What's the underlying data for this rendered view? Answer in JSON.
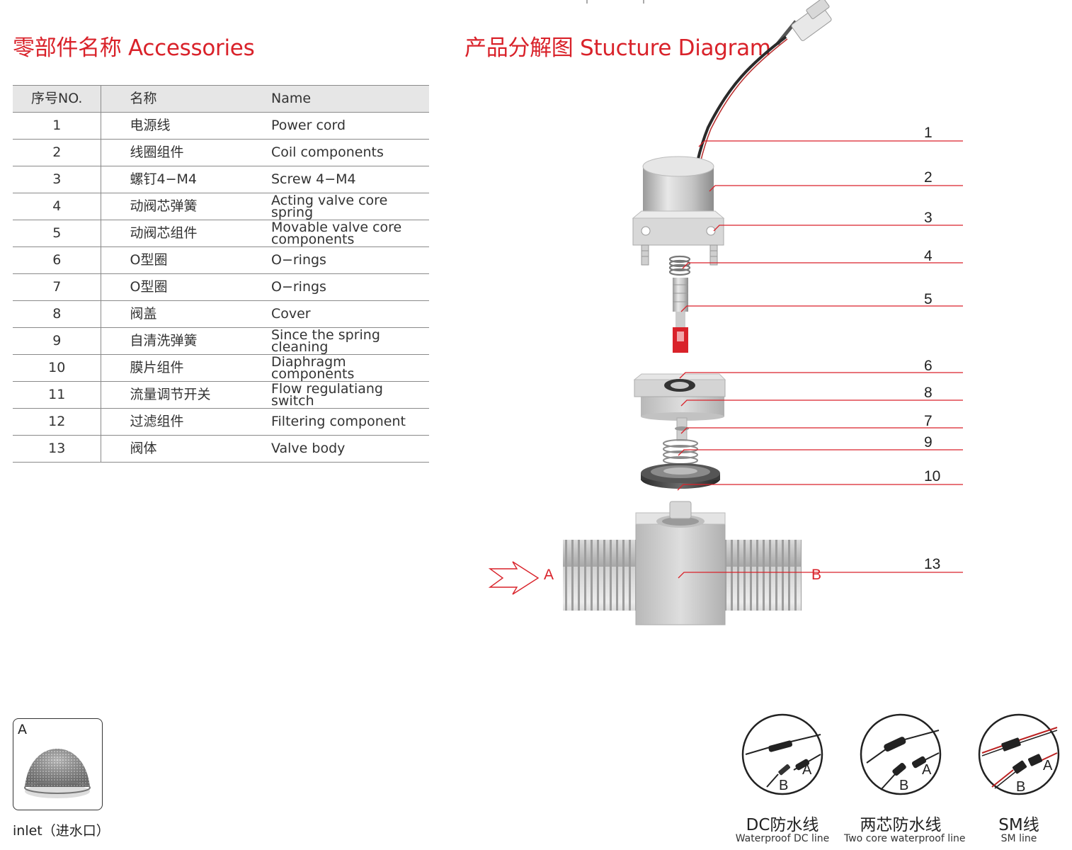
{
  "accessories": {
    "title": "零部件名称 Accessories",
    "headers": {
      "no": "序号NO.",
      "cn": "名称",
      "en": "Name"
    },
    "rows": [
      {
        "no": "1",
        "cn": "电源线",
        "en": "Power cord"
      },
      {
        "no": "2",
        "cn": "线圈组件",
        "en": "Coil components"
      },
      {
        "no": "3",
        "cn": "螺钉4−M4",
        "en": "Screw 4−M4"
      },
      {
        "no": "4",
        "cn": "动阀芯弹簧",
        "en": "Acting valve core spring"
      },
      {
        "no": "5",
        "cn": "动阀芯组件",
        "en": "Movable valve core components"
      },
      {
        "no": "6",
        "cn": "O型圈",
        "en": "O−rings"
      },
      {
        "no": "7",
        "cn": "O型圈",
        "en": "O−rings"
      },
      {
        "no": "8",
        "cn": "阀盖",
        "en": "Cover"
      },
      {
        "no": "9",
        "cn": "自清洗弹簧",
        "en": "Since the spring cleaning"
      },
      {
        "no": "10",
        "cn": "膜片组件",
        "en": "Diaphragm components"
      },
      {
        "no": "11",
        "cn": "流量调节开关",
        "en": "Flow regulatiang switch"
      },
      {
        "no": "12",
        "cn": "过滤组件",
        "en": "Filtering component"
      },
      {
        "no": "13",
        "cn": "阀体",
        "en": "Valve body"
      }
    ]
  },
  "diagram": {
    "title": "产品分解图 Stucture Diagram",
    "callouts": [
      "1",
      "2",
      "3",
      "4",
      "5",
      "6",
      "8",
      "7",
      "9",
      "10",
      "13"
    ],
    "port_a": "A",
    "port_b": "B",
    "accent_color": "#d9222a"
  },
  "inlet": {
    "letter": "A",
    "label": "inlet（进水口）"
  },
  "connectors": [
    {
      "cn": "DC防水线",
      "en": "Waterproof DC line",
      "a": "A",
      "b": "B"
    },
    {
      "cn": "两芯防水线",
      "en": "Two core waterproof line",
      "a": "A",
      "b": "B"
    },
    {
      "cn": "SM线",
      "en": "SM line",
      "a": "A",
      "b": "B"
    }
  ]
}
